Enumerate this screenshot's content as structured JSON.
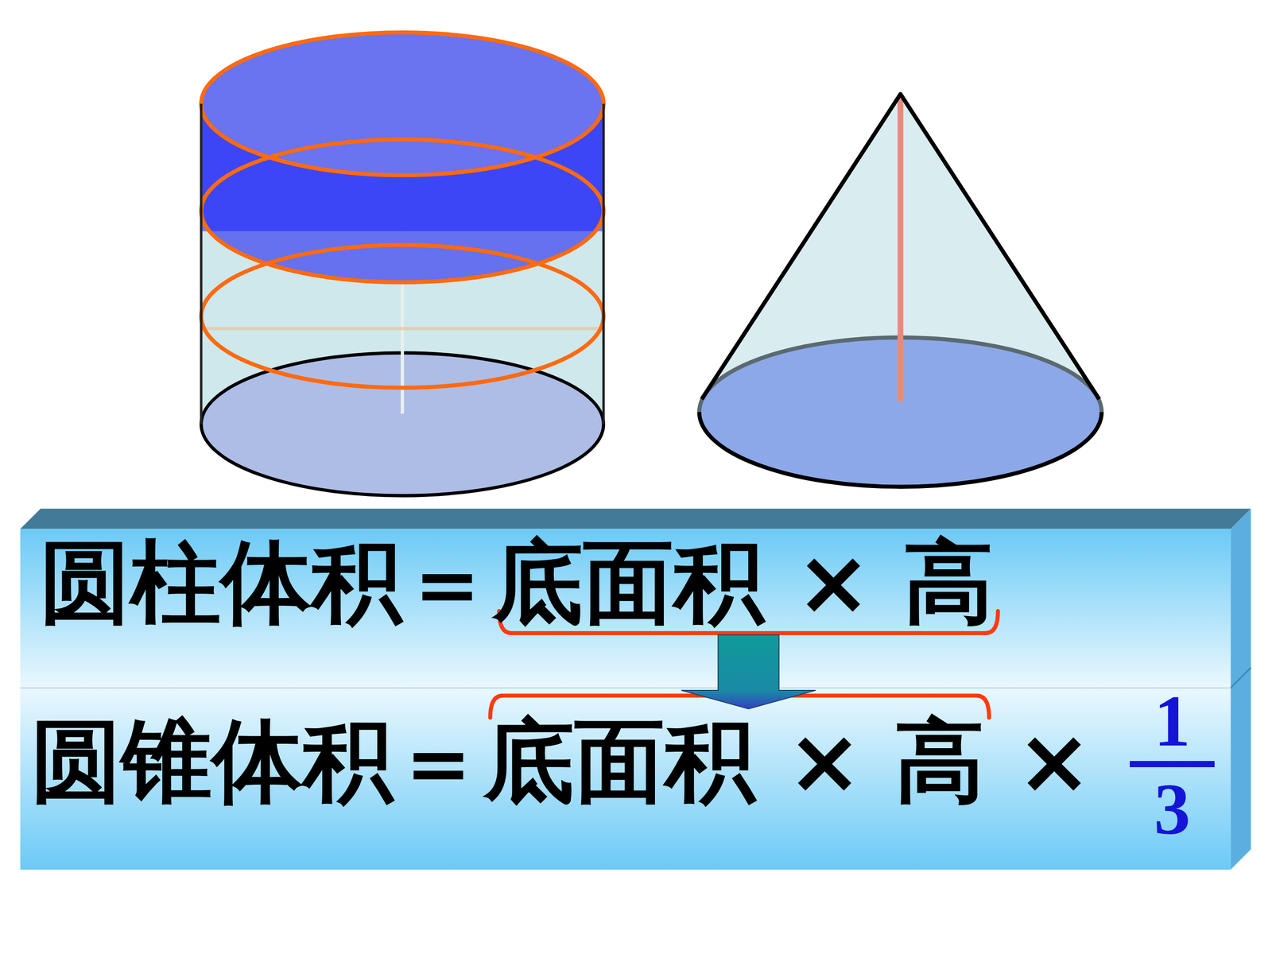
{
  "diagram": {
    "nodes": [
      {
        "text": [
          "圆柱体积＝底面积 × 高"
        ]
      },
      {
        "text": [
          "圆锥体积＝底面积 × 高 ×",
          "1",
          "3"
        ]
      }
    ],
    "edges": [
      {
        "from": 0,
        "to": 1,
        "arrow": "to"
      }
    ]
  }
}
